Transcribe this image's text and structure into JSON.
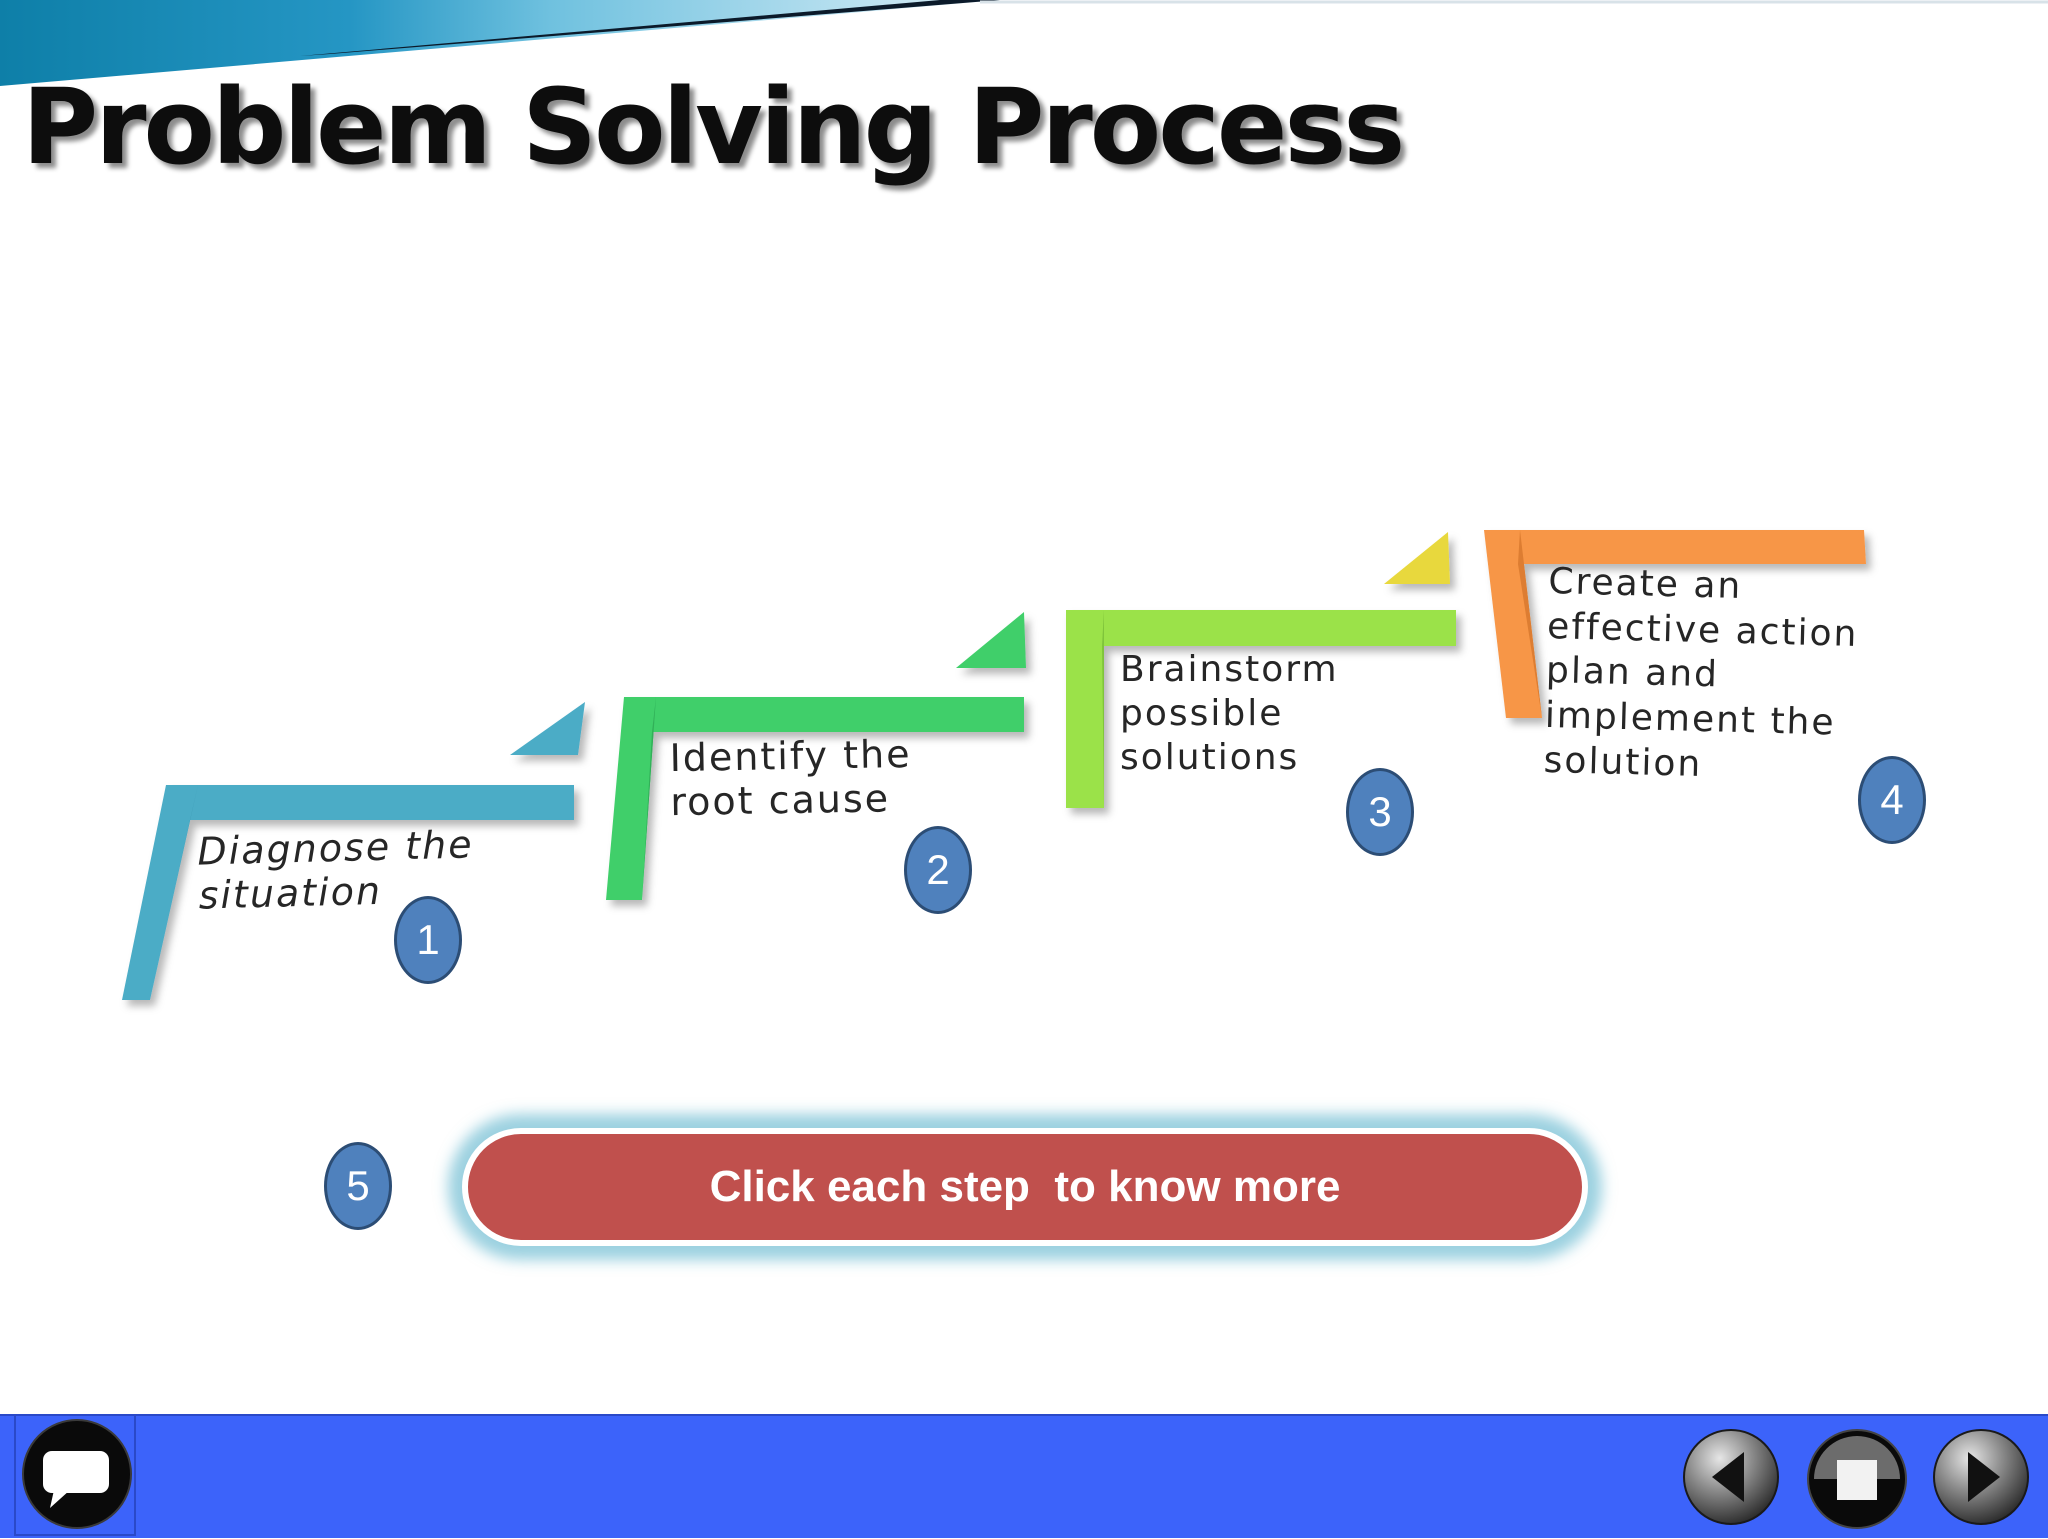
{
  "slide": {
    "title": "Problem Solving Process",
    "steps": [
      {
        "number": "1",
        "lines": [
          "Diagnose the",
          "situation"
        ],
        "color": "#4bacc6"
      },
      {
        "number": "2",
        "lines": [
          "Identify the",
          "root cause"
        ],
        "color": "#3fcf6a"
      },
      {
        "number": "3",
        "lines": [
          "Brainstorm",
          "possible",
          "solutions"
        ],
        "color": "#9be24a"
      },
      {
        "number": "4",
        "lines": [
          "Create an",
          "effective action",
          "plan and",
          "implement the",
          "solution"
        ],
        "color": "#f79646"
      }
    ],
    "extra_number": "5",
    "cta_label": "Click each step  to know more",
    "cta_color": "#c0504d"
  },
  "toolbar": {
    "bar_color": "#3c63fa",
    "icons": [
      "chat-icon",
      "previous-icon",
      "stop-icon",
      "next-icon"
    ]
  }
}
